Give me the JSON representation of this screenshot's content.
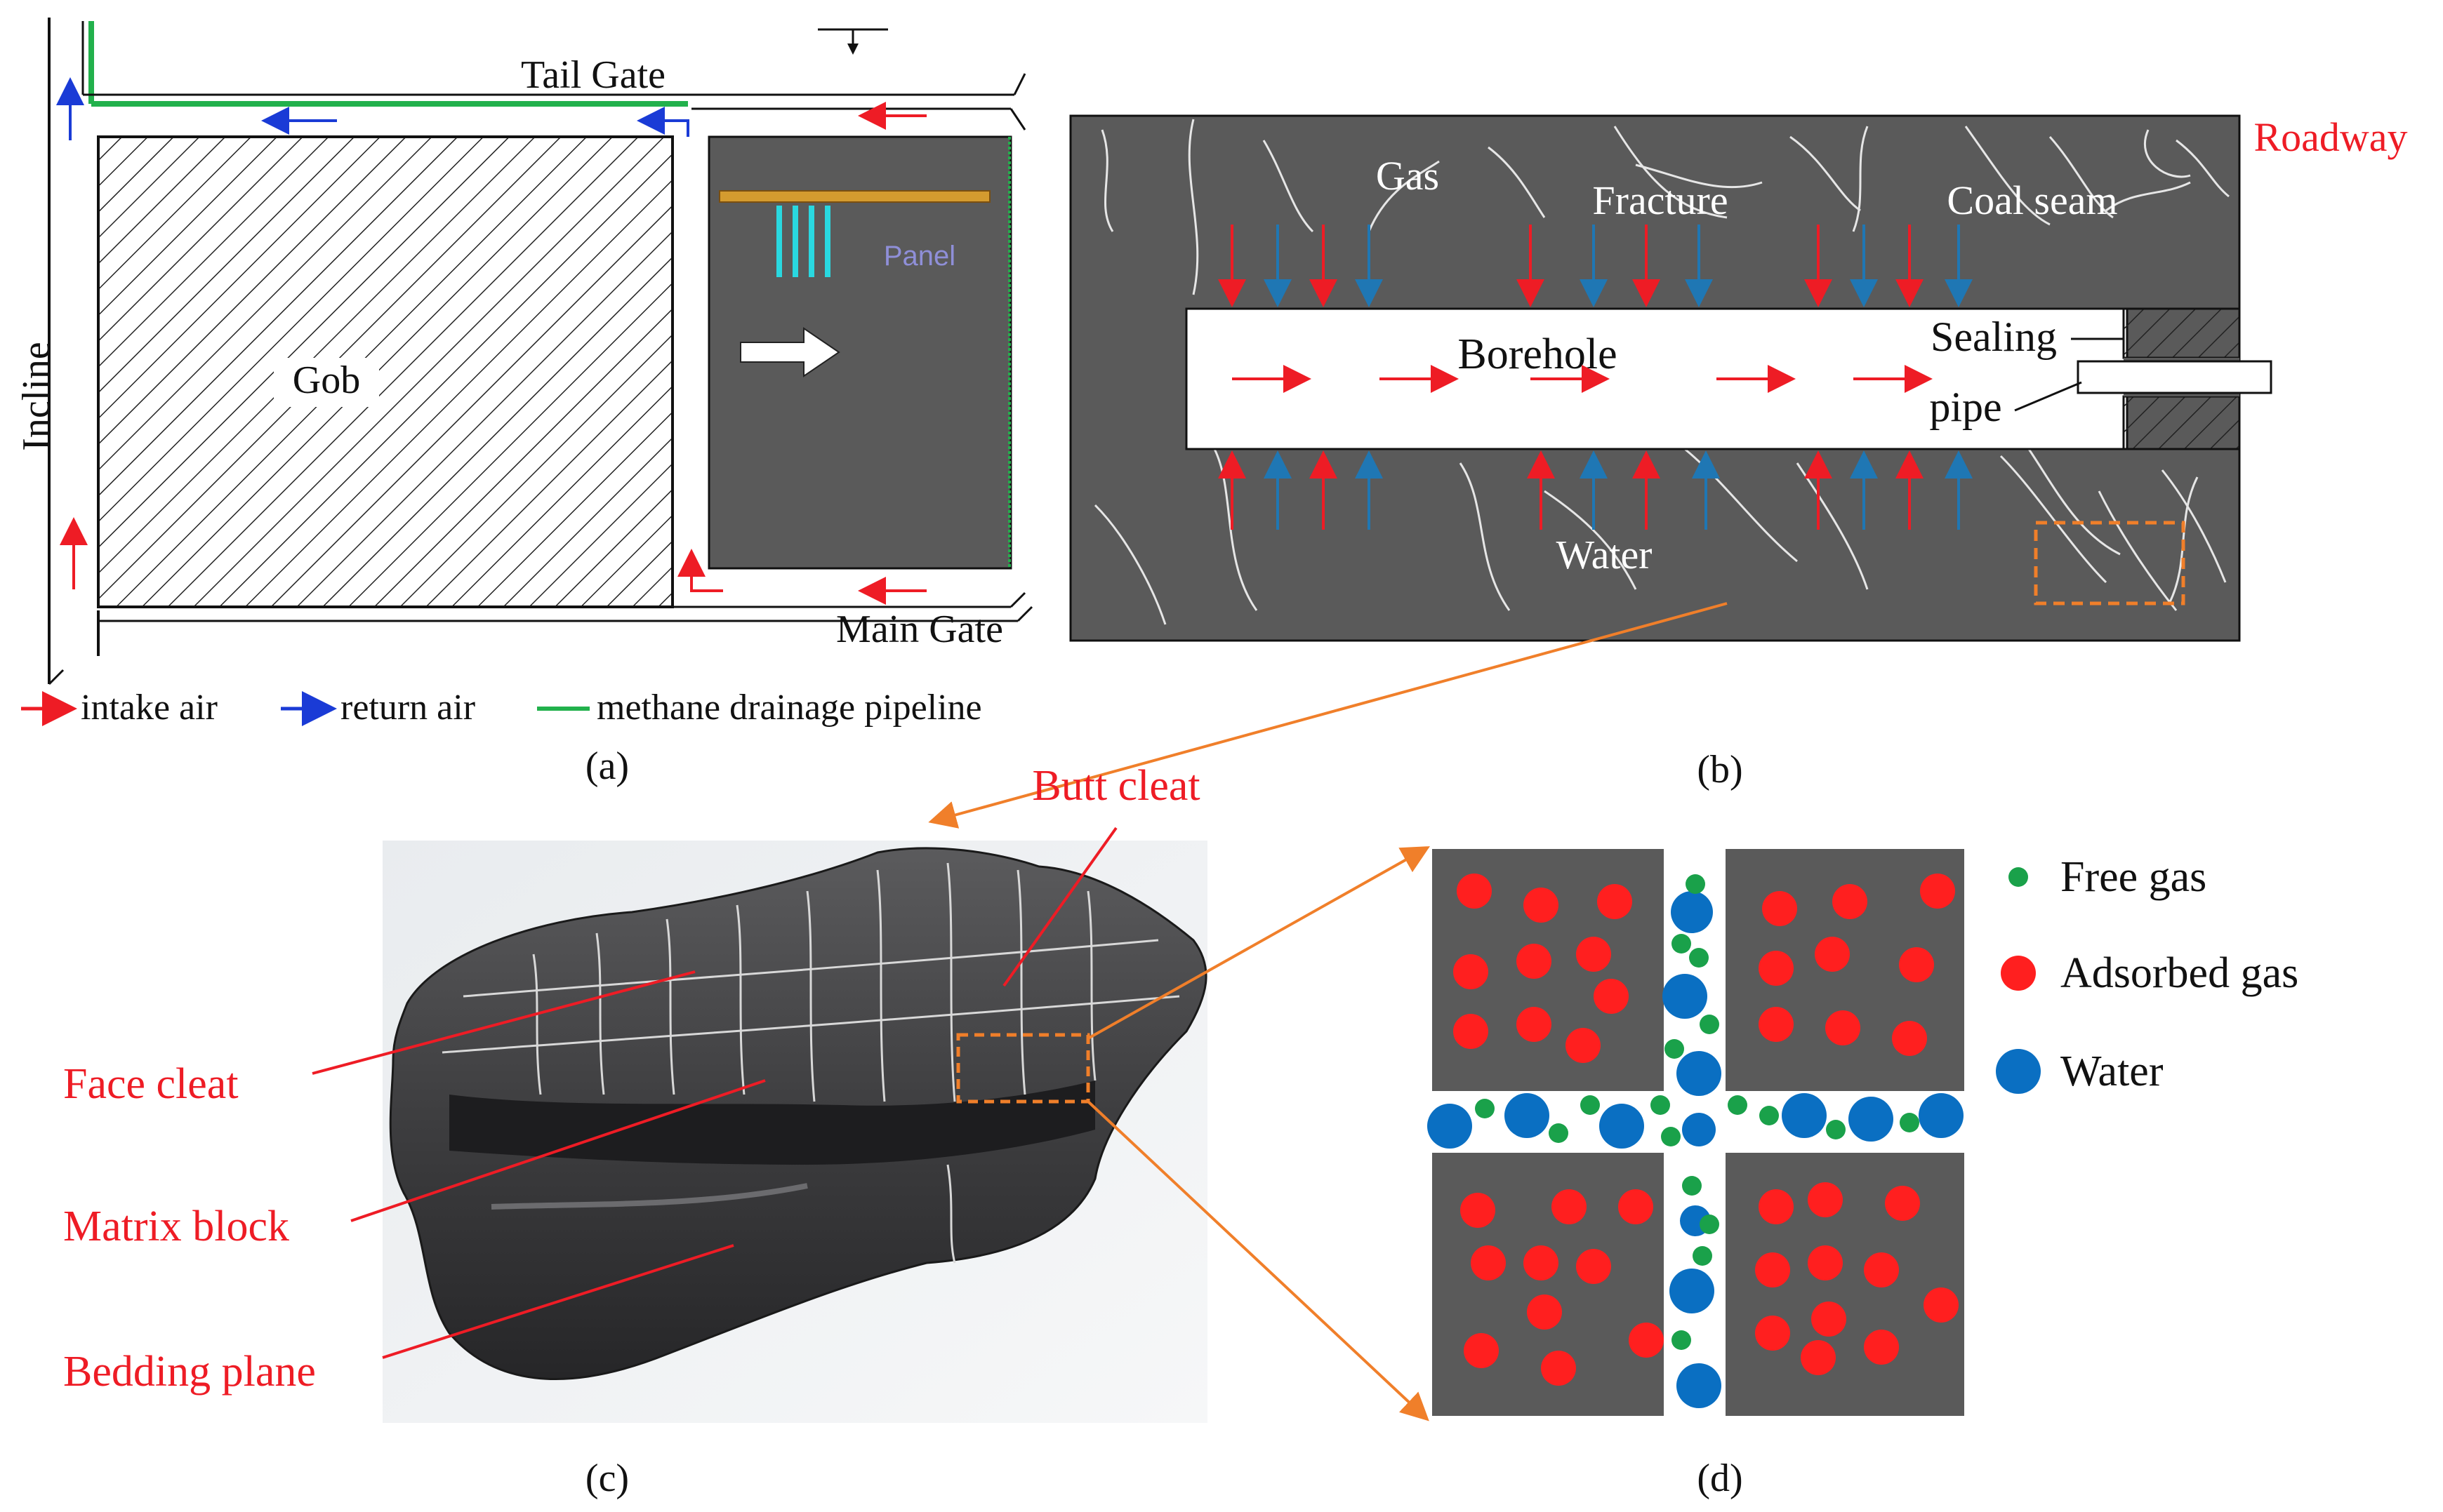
{
  "panel_a": {
    "tail_gate": "Tail Gate",
    "main_gate": "Main Gate",
    "incline": "Incline",
    "gob": "Gob",
    "panel": "Panel",
    "caption": "(a)",
    "legend": {
      "intake_air": "intake air",
      "return_air": "return air",
      "methane_pipeline": "methane drainage pipeline"
    }
  },
  "panel_b": {
    "roadway": "Roadway",
    "gas": "Gas",
    "fracture": "Fracture",
    "coal_seam": "Coal seam",
    "borehole": "Borehole",
    "sealing": "Sealing",
    "pipe": "pipe",
    "water": "Water",
    "caption": "(b)"
  },
  "panel_c": {
    "butt_cleat": "Butt cleat",
    "face_cleat": "Face cleat",
    "matrix_block": "Matrix block",
    "bedding_plane": "Bedding plane",
    "caption": "(c)"
  },
  "panel_d": {
    "free_gas": "Free gas",
    "adsorbed_gas": "Adsorbed gas",
    "water": "Water",
    "caption": "(d)"
  },
  "colors": {
    "red": "#ee1c25",
    "blue": "#1f77b4",
    "green": "#22b14c",
    "dark_gray": "#5a5a5a",
    "orange": "#f07f2a",
    "dot_blue": "#0a6fc2",
    "dot_green": "#1aa14a"
  }
}
